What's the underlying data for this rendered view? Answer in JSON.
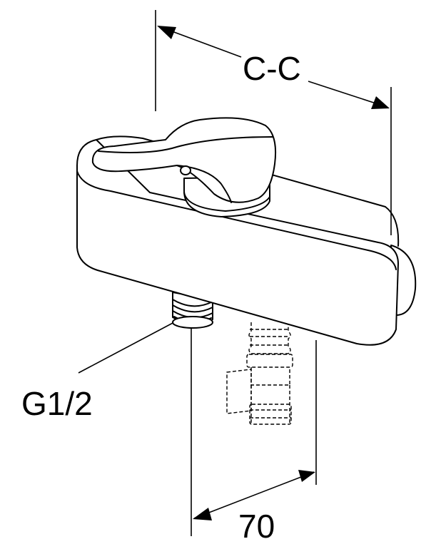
{
  "dimensions": {
    "centre_distance_label": "C-C",
    "depth_label": "70",
    "thread_label": "G1/2"
  }
}
